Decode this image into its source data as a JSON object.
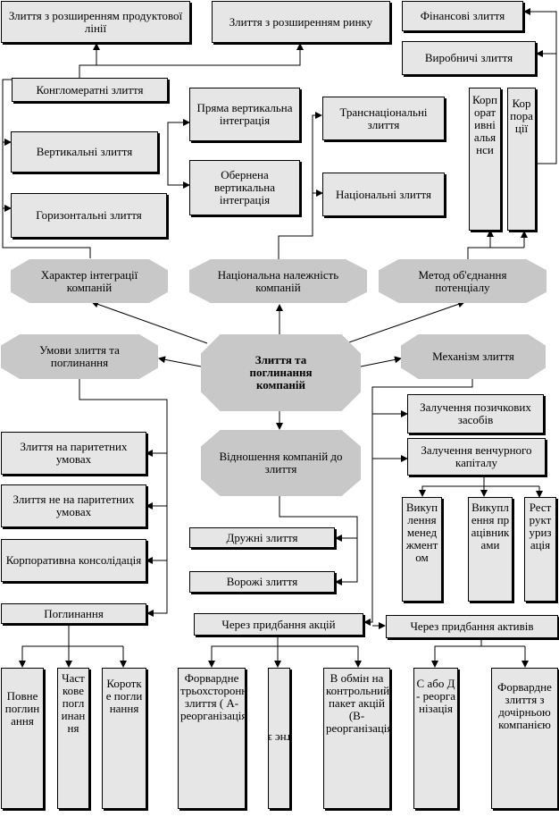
{
  "center": {
    "line1": "Злиття та",
    "line2": "поглинання",
    "line3": "компаній"
  },
  "categories": {
    "integration": "Характер інтеграції компаній",
    "national": "Національна належність компаній",
    "method": "Метод об'єднання потенціалу",
    "conditions": "Умови злиття та поглинання",
    "mechanism": "Механізм злиття",
    "attitude": "Відношення компаній до злиття"
  },
  "integration_types": {
    "conglomerate": "Конгломератні злиття",
    "vertical": "Вертикальні злиття",
    "horizontal": "Горизонтальні злиття",
    "product_line": "Злиття з розширенням продуктової лінії",
    "market": "Злиття з розширенням ринку",
    "direct_vertical": "Пряма вертикальна інтеграція",
    "reverse_vertical": "Обернена вертикальна інтеграція"
  },
  "national_types": {
    "transnational": "Транснаціональні злиття",
    "national": "Національні злиття"
  },
  "method_types": {
    "financial": "Фінансові злиття",
    "production": "Виробничі злиття",
    "corporative": "Корпоративні альянси",
    "corporations": "Корпорації"
  },
  "conditions_types": {
    "parity": "Злиття на паритетних умовах",
    "non_parity": "Злиття не на паритетних умовах",
    "consolidation": "Корпоративна консолідація",
    "absorption": "Поглинання"
  },
  "absorption_types": {
    "full": "Повне поглинання",
    "partial": "Часткове поглинання",
    "short": "Коротке поглинання"
  },
  "mechanism_types": {
    "loan": "Залучення позичкових засобів",
    "venture": "Залучення венчурного капіталу",
    "shares": "Через придбання акцій",
    "assets": "Через придбання активів"
  },
  "venture_types": {
    "management": "Викуплення менеджментом",
    "employees": "Викуплення працівниками",
    "restructuring": "Реструктуризація"
  },
  "attitude_types": {
    "friendly": "Дружні злиття",
    "hostile": "Ворожі злиття"
  },
  "share_types": {
    "forward": "Форвардне трьохстороннє злиття ( А-реорганізація)",
    "reverse": "зворотнє злиття",
    "exchange": "В обмін на контрольний пакет акцій (В-реорганізація)"
  },
  "asset_types": {
    "c_d": "С або Д - реорганізація",
    "forward_sub": "Форвардне злиття з дочірньою компанією"
  }
}
